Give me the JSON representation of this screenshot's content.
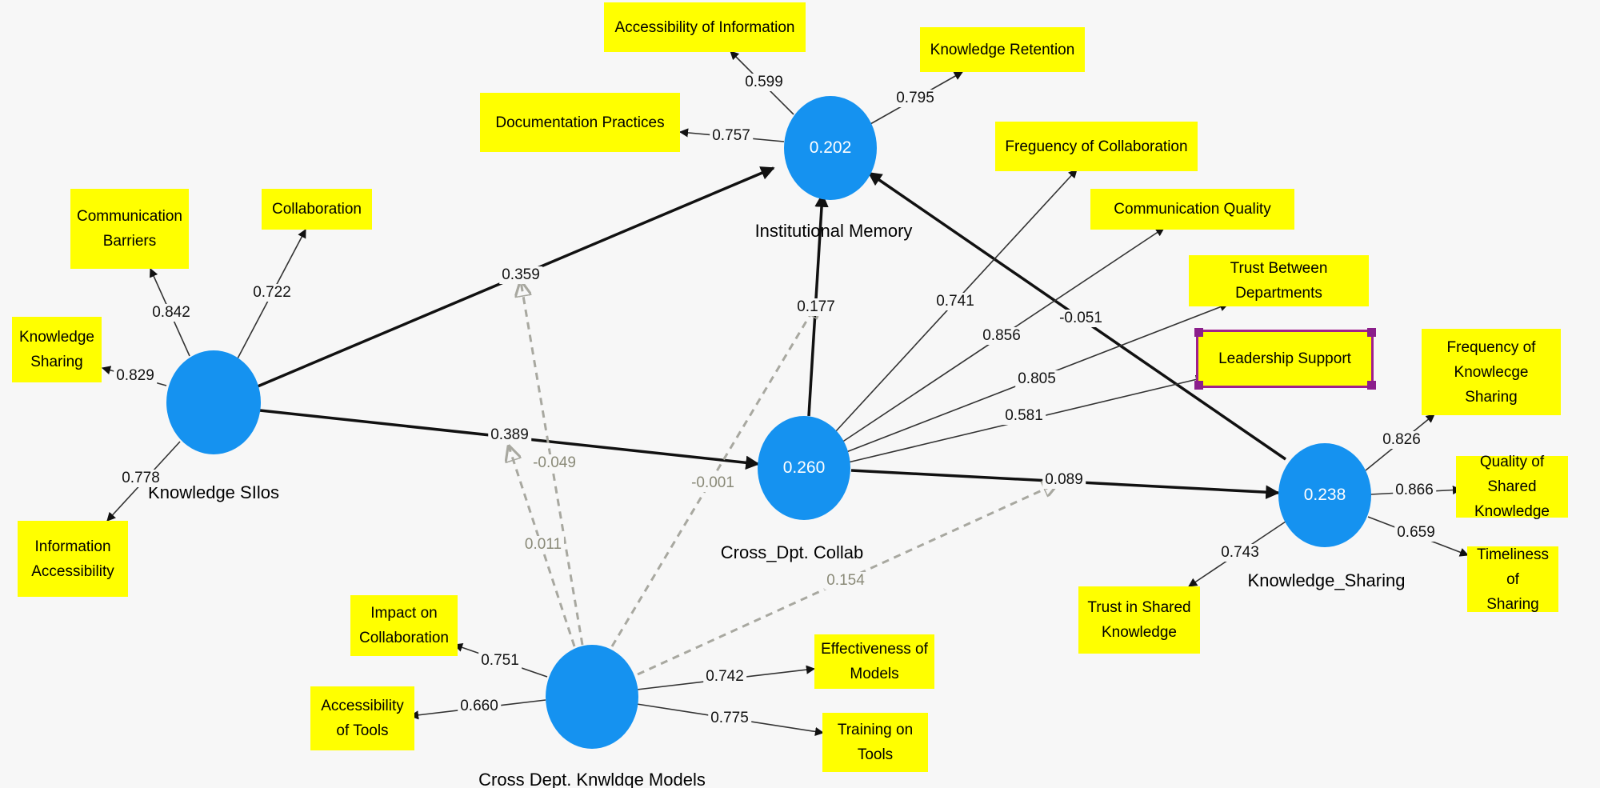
{
  "colors": {
    "latent": "#1592f0",
    "indicator": "#ffff00",
    "dashed": "#a8a8a0",
    "arrow": "#111111",
    "selection": "#a0208c"
  },
  "latents": {
    "knowledge_silos": {
      "name": "Knowledge SIlos",
      "value": ""
    },
    "institutional_memory": {
      "name": "Institutional Memory",
      "value": "0.202"
    },
    "cross_dpt_collab": {
      "name": "Cross_Dpt. Collab",
      "value": "0.260"
    },
    "knowledge_sharing": {
      "name": "Knowledge_Sharing",
      "value": "0.238"
    },
    "cross_dept_models": {
      "name": "Cross Dept. Knwldqe Models",
      "value": ""
    }
  },
  "indicators": {
    "accessibility_of_information": "Accessibility of Information",
    "knowledge_retention": "Knowledge Retention",
    "documentation_practices": "Documentation Practices",
    "communication_barriers": "Communication\nBarriers",
    "collaboration": "Collaboration",
    "knowledge_sharing_ind": "Knowledge\nSharing",
    "information_accessibility": "Information\nAccessibility",
    "frequency_of_collaboration": "Freguency of Collaboration",
    "communication_quality": "Communication Quality",
    "trust_between_departments": "Trust Between Departments",
    "leadership_support": "Leadership Support",
    "frequency_of_knowledge_sharing": "Frequency of\nKnowlecge Sharing",
    "quality_of_shared_knowledge": "Quality of Shared\nKnowledge",
    "timeliness_of_sharing": "Timeliness of\nSharing",
    "trust_in_shared_knowledge": "Trust in Shared\nKnowledge",
    "impact_on_collaboration": "Impact on\nCollaboration",
    "accessibility_of_tools": "Accessibility\nof Tools",
    "effectiveness_of_models": "Effectiveness of\nModels",
    "training_on_tools": "Training on\nTools"
  },
  "loadings": {
    "ks_communication_barriers": "0.842",
    "ks_collaboration": "0.722",
    "ks_knowledge_sharing": "0.829",
    "ks_information_accessibility": "0.778",
    "im_accessibility_of_information": "0.599",
    "im_knowledge_retention": "0.795",
    "im_documentation_practices": "0.757",
    "cdc_frequency_of_collaboration": "0.741",
    "cdc_communication_quality": "0.856",
    "cdc_trust_between_departments": "0.805",
    "cdc_leadership_support": "0.581",
    "ksh_frequency": "0.826",
    "ksh_quality": "0.866",
    "ksh_timeliness": "0.659",
    "ksh_trust": "0.743",
    "cdm_impact": "0.751",
    "cdm_accessibility": "0.660",
    "cdm_effectiveness": "0.742",
    "cdm_training": "0.775"
  },
  "paths": {
    "silos_to_memory": "0.359",
    "silos_to_collab": "0.389",
    "collab_to_memory": "0.177",
    "collab_to_sharing": "0.089",
    "sharing_to_memory": "-0.051",
    "models_mod_silos_memory": "-0.049",
    "models_mod_silos_collab": "0.011",
    "models_mod_collab_memory": "-0.001",
    "models_mod_collab_sharing": "0.154"
  }
}
